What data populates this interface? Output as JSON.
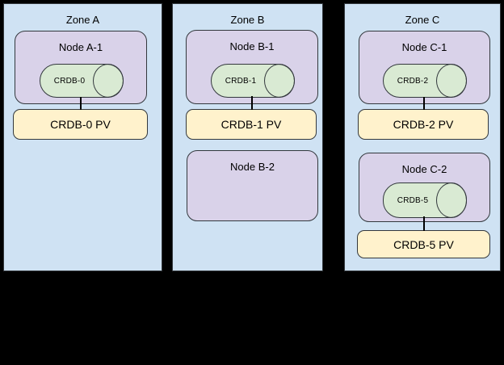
{
  "colors": {
    "background": "#000000",
    "zone_fill": "#cfe2f3",
    "node_fill": "#d9d2e9",
    "pod_fill": "#d9ead3",
    "pv_fill": "#fff2cc",
    "shape_border": "#33383d",
    "connector": "#000000",
    "text": "#000000"
  },
  "zones": [
    {
      "name": "Zone A",
      "nodes": [
        {
          "name": "Node A-1",
          "pod": "CRDB-0",
          "pv": "CRDB-0 PV"
        }
      ]
    },
    {
      "name": "Zone B",
      "nodes": [
        {
          "name": "Node B-1",
          "pod": "CRDB-1",
          "pv": "CRDB-1 PV"
        },
        {
          "name": "Node B-2"
        }
      ]
    },
    {
      "name": "Zone C",
      "nodes": [
        {
          "name": "Node C-1",
          "pod": "CRDB-2",
          "pv": "CRDB-2 PV"
        },
        {
          "name": "Node C-2",
          "pod": "CRDB-5",
          "pv": "CRDB-5 PV"
        }
      ]
    }
  ]
}
